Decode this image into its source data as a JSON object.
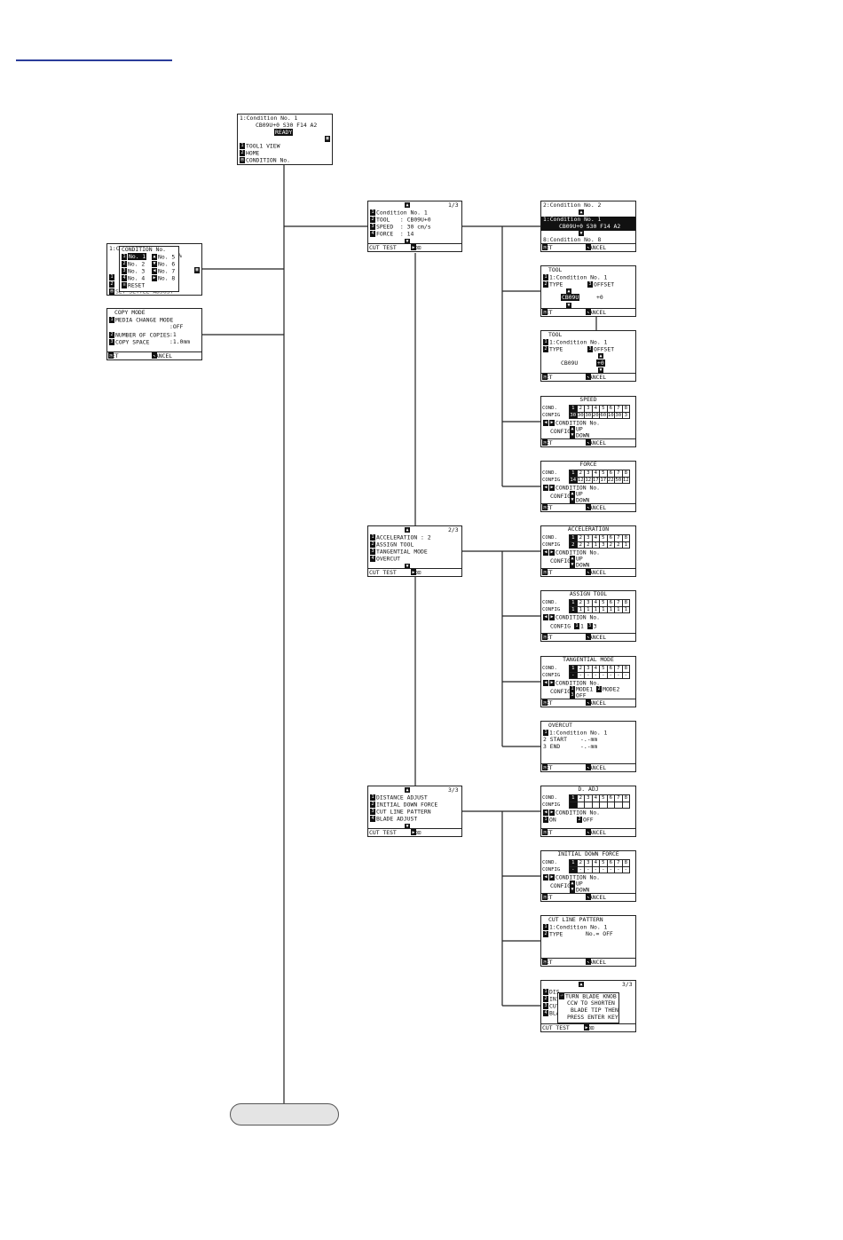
{
  "home": {
    "line1": "1:Condition No. 1",
    "line2": "CB09U+0 S30 F14 A2",
    "badge": "READY",
    "item1": "TOOL1 VIEW",
    "item2": "HOME",
    "item3": "CONDITION No."
  },
  "cond_select": {
    "prefix": "1:C",
    "title": "CONDITION No.",
    "left": [
      "No. 1",
      "No. 2",
      "No. 3",
      "No. 4"
    ],
    "right": [
      "No. 5",
      "No. 6",
      "No. 7",
      "No. 8"
    ],
    "reset": "RESET",
    "under": "SET SETTLE ADJUST"
  },
  "copy_mode": {
    "title": "COPY MODE",
    "item1": "MEDIA CHANGE MODE",
    "item1_val": ":OFF",
    "item2": "NUMBER OF COPIES",
    "item2_val": ":1",
    "item3": "COPY SPACE",
    "item3_val": ":1.0mm",
    "set": "SET",
    "cancel": "CANCEL"
  },
  "menu1": {
    "page": "1/3",
    "items": [
      "Condition No. 1",
      "TOOL   : CB09U+0",
      "SPEED  : 30 cm/s",
      "FORCE  : 14"
    ],
    "foot": "CUT TEST"
  },
  "menu2": {
    "page": "2/3",
    "items": [
      "ACCELERATION : 2",
      "ASSIGN TOOL",
      "TANGENTIAL MODE",
      "OVERCUT"
    ],
    "foot": "CUT TEST"
  },
  "menu3": {
    "page": "3/3",
    "items": [
      "DISTANCE ADJUST",
      "INITIAL DOWN FORCE",
      "CUT LINE PATTERN",
      "BLADE ADJUST"
    ],
    "foot": "CUT TEST"
  },
  "common": {
    "set": "SET",
    "cancel": "CANCEL",
    "cond": "COND.",
    "config": "CONFIG",
    "cond_no": "CONDITION No.",
    "up": "UP",
    "down": "DOWN"
  },
  "cond_no_screen": {
    "top": "2:Condition No. 2",
    "sel1": "1:Condition No. 1",
    "sel2": "CB09U+0 S30 F14 A2",
    "bottom": "8:Condition No. 8"
  },
  "tool1": {
    "title": "TOOL",
    "line1": "1:Condition No. 1",
    "type": "TYPE",
    "offset": "OFFSET",
    "blade": "CB09U",
    "val": "+0"
  },
  "tool2": {
    "title": "TOOL",
    "line1": "1:Condition No. 1",
    "type": "TYPE",
    "offset": "OFFSET",
    "blade": "CB09U",
    "val": "+0"
  },
  "speed": {
    "title": "SPEED",
    "values": [
      "30",
      "30",
      "30",
      "20",
      "60",
      "10",
      "30",
      "3"
    ]
  },
  "force": {
    "title": "FORCE",
    "values": [
      "14",
      "12",
      "12",
      "17",
      "17",
      "22",
      "50",
      "12"
    ]
  },
  "accel": {
    "title": "ACCELERATION",
    "values": [
      "2",
      "2",
      "2",
      "1",
      "3",
      "2",
      "2",
      "1"
    ]
  },
  "assign": {
    "title": "ASSIGN TOOL",
    "values": [
      "1",
      "1",
      "1",
      "1",
      "1",
      "1",
      "1",
      "1"
    ],
    "opt1": "1",
    "opt2": "3"
  },
  "tangential": {
    "title": "TANGENTIAL MODE",
    "values": [
      "-",
      "-",
      "-",
      "-",
      "-",
      "-",
      "-",
      "-"
    ],
    "opt1": "MODE1",
    "opt2": "MODE2",
    "opt3": "OFF"
  },
  "overcut": {
    "title": "OVERCUT",
    "line1": "1:Condition No. 1",
    "start": "START",
    "start_val": "-.-mm",
    "end": "END",
    "end_val": "-.-mm"
  },
  "dadj": {
    "title": "D. ADJ",
    "on": "ON",
    "off": "OFF"
  },
  "idf": {
    "title": "INITIAL DOWN FORCE",
    "values": [
      "-",
      "-",
      "-",
      "-",
      "-",
      "-",
      "-",
      "-"
    ]
  },
  "clp": {
    "title": "CUT LINE PATTERN",
    "line1": "1:Condition No. 1",
    "type": "TYPE",
    "type_val": "No.= OFF"
  },
  "blade_adj": {
    "page": "3/3",
    "under": [
      "DIS",
      "INI",
      "CUT",
      "BLA"
    ],
    "msg": [
      "TURN BLADE KNOB",
      "CCW TO SHORTEN",
      "BLADE TIP THEN",
      "PRESS ENTER KEY"
    ],
    "foot": "CUT TEST"
  },
  "cond_numbers": [
    "1",
    "2",
    "3",
    "4",
    "5",
    "6",
    "7",
    "8"
  ]
}
